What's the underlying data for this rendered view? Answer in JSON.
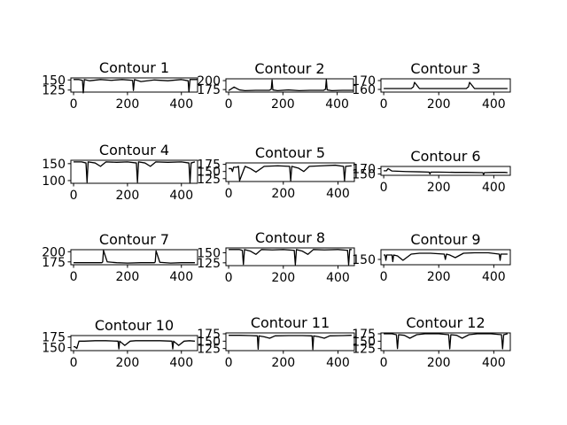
{
  "figure": {
    "background": "#ffffff",
    "line_color": "#000000"
  },
  "chart_data": [
    {
      "type": "line",
      "title": "Contour 1",
      "xlim": [
        -10,
        460
      ],
      "ylim": [
        155,
        120
      ],
      "xticks": [
        0,
        200,
        400
      ],
      "yticks": [
        125,
        150
      ],
      "series": [
        {
          "x": [
            0,
            20,
            33,
            36,
            40,
            60,
            100,
            140,
            180,
            219,
            222,
            226,
            250,
            300,
            350,
            400,
            425,
            428,
            432,
            460
          ],
          "y": [
            151,
            151,
            149,
            118,
            151,
            148,
            151,
            149,
            151,
            149,
            124,
            151,
            146,
            150,
            148,
            151,
            148,
            120,
            151,
            151
          ]
        }
      ]
    },
    {
      "type": "line",
      "title": "Contour 2",
      "xlim": [
        -10,
        460
      ],
      "ylim": [
        205,
        168
      ],
      "xticks": [
        0,
        200,
        400
      ],
      "yticks": [
        175,
        200
      ],
      "series": [
        {
          "x": [
            0,
            20,
            40,
            60,
            100,
            150,
            157,
            160,
            163,
            180,
            220,
            260,
            300,
            350,
            357,
            360,
            363,
            380,
            420,
            460
          ],
          "y": [
            172,
            182,
            174,
            172,
            173,
            173,
            176,
            202,
            174,
            172,
            174,
            172,
            173,
            173,
            176,
            203,
            174,
            172,
            173,
            173
          ]
        }
      ]
    },
    {
      "type": "line",
      "title": "Contour 3",
      "xlim": [
        -10,
        460
      ],
      "ylim": [
        172,
        157
      ],
      "xticks": [
        0,
        200,
        400
      ],
      "yticks": [
        160,
        170
      ],
      "series": [
        {
          "x": [
            0,
            60,
            100,
            108,
            112,
            130,
            180,
            240,
            300,
            308,
            312,
            330,
            380,
            450
          ],
          "y": [
            161,
            161,
            161,
            163,
            168,
            161,
            161,
            161,
            161,
            163,
            168,
            161,
            161,
            161
          ]
        }
      ]
    },
    {
      "type": "line",
      "title": "Contour 4",
      "xlim": [
        -10,
        460
      ],
      "ylim": [
        160,
        92
      ],
      "xticks": [
        0,
        200,
        400
      ],
      "yticks": [
        100,
        150
      ],
      "series": [
        {
          "x": [
            0,
            30,
            46,
            50,
            54,
            80,
            100,
            120,
            160,
            200,
            233,
            237,
            241,
            265,
            285,
            305,
            350,
            400,
            428,
            432,
            436,
            450
          ],
          "y": [
            155,
            155,
            152,
            95,
            155,
            152,
            142,
            155,
            154,
            155,
            152,
            95,
            155,
            152,
            142,
            155,
            154,
            155,
            152,
            92,
            152,
            155
          ]
        }
      ]
    },
    {
      "type": "line",
      "title": "Contour 5",
      "xlim": [
        -10,
        460
      ],
      "ylim": [
        180,
        115
      ],
      "xticks": [
        0,
        200,
        400
      ],
      "yticks": [
        125,
        150,
        175
      ],
      "series": [
        {
          "x": [
            0,
            10,
            14,
            18,
            30,
            36,
            40,
            60,
            80,
            100,
            130,
            180,
            223,
            227,
            231,
            255,
            275,
            295,
            340,
            390,
            420,
            424,
            428,
            450
          ],
          "y": [
            160,
            160,
            150,
            165,
            165,
            168,
            118,
            168,
            160,
            148,
            168,
            170,
            168,
            118,
            168,
            162,
            150,
            168,
            170,
            172,
            168,
            118,
            168,
            170
          ]
        }
      ]
    },
    {
      "type": "line",
      "title": "Contour 6",
      "xlim": [
        -10,
        460
      ],
      "ylim": [
        178,
        145
      ],
      "xticks": [
        0,
        200,
        400
      ],
      "yticks": [
        150,
        170
      ],
      "series": [
        {
          "x": [
            0,
            10,
            16,
            30,
            80,
            130,
            165,
            168,
            171,
            200,
            260,
            300,
            360,
            363,
            366,
            400,
            440,
            450
          ],
          "y": [
            162,
            162,
            170,
            161,
            159,
            158,
            157,
            150,
            157,
            157,
            156,
            156,
            155,
            148,
            155,
            156,
            156,
            155
          ]
        }
      ]
    },
    {
      "type": "line",
      "title": "Contour 7",
      "xlim": [
        -10,
        460
      ],
      "ylim": [
        205,
        168
      ],
      "xticks": [
        0,
        200,
        400
      ],
      "yticks": [
        175,
        200
      ],
      "series": [
        {
          "x": [
            0,
            40,
            80,
            105,
            108,
            111,
            125,
            160,
            200,
            250,
            300,
            303,
            306,
            320,
            360,
            400,
            450
          ],
          "y": [
            173,
            173,
            173,
            173,
            175,
            203,
            175,
            173,
            172,
            173,
            173,
            175,
            202,
            174,
            172,
            173,
            173
          ]
        }
      ]
    },
    {
      "type": "line",
      "title": "Contour 8",
      "xlim": [
        -10,
        460
      ],
      "ylim": [
        162,
        118
      ],
      "xticks": [
        0,
        200,
        400
      ],
      "yticks": [
        125,
        150
      ],
      "series": [
        {
          "x": [
            0,
            40,
            50,
            54,
            58,
            80,
            100,
            120,
            160,
            200,
            240,
            244,
            248,
            270,
            290,
            310,
            350,
            400,
            435,
            439,
            443,
            450
          ],
          "y": [
            158,
            158,
            156,
            121,
            158,
            154,
            146,
            158,
            157,
            158,
            156,
            120,
            158,
            154,
            146,
            158,
            157,
            158,
            156,
            120,
            158,
            158
          ]
        }
      ]
    },
    {
      "type": "line",
      "title": "Contour 9",
      "xlim": [
        -10,
        460
      ],
      "ylim": [
        172,
        138
      ],
      "xticks": [
        0,
        200,
        400
      ],
      "yticks": [
        150
      ],
      "series": [
        {
          "x": [
            0,
            5,
            8,
            11,
            20,
            30,
            33,
            36,
            50,
            70,
            100,
            130,
            170,
            220,
            224,
            228,
            240,
            260,
            290,
            330,
            380,
            420,
            423,
            426,
            440,
            450
          ],
          "y": [
            160,
            160,
            148,
            160,
            160,
            160,
            145,
            160,
            158,
            148,
            162,
            164,
            164,
            162,
            150,
            162,
            160,
            154,
            164,
            165,
            165,
            162,
            148,
            162,
            162,
            162
          ]
        }
      ]
    },
    {
      "type": "line",
      "title": "Contour 10",
      "xlim": [
        -10,
        460
      ],
      "ylim": [
        178,
        143
      ],
      "xticks": [
        0,
        200,
        400
      ],
      "yticks": [
        150,
        175
      ],
      "series": [
        {
          "x": [
            0,
            5,
            12,
            20,
            40,
            80,
            120,
            165,
            168,
            171,
            190,
            210,
            230,
            270,
            320,
            365,
            368,
            371,
            390,
            410,
            430,
            450
          ],
          "y": [
            152,
            152,
            148,
            165,
            165,
            166,
            166,
            165,
            147,
            165,
            155,
            165,
            166,
            166,
            166,
            165,
            147,
            165,
            155,
            165,
            166,
            165
          ]
        }
      ]
    },
    {
      "type": "line",
      "title": "Contour 11",
      "xlim": [
        -10,
        460
      ],
      "ylim": [
        178,
        118
      ],
      "xticks": [
        0,
        200,
        400
      ],
      "yticks": [
        125,
        150,
        175
      ],
      "series": [
        {
          "x": [
            0,
            40,
            80,
            105,
            108,
            111,
            130,
            150,
            170,
            220,
            270,
            305,
            308,
            311,
            330,
            350,
            370,
            420,
            450
          ],
          "y": [
            170,
            170,
            169,
            168,
            123,
            168,
            165,
            160,
            168,
            169,
            169,
            168,
            122,
            168,
            165,
            160,
            168,
            169,
            170
          ]
        }
      ]
    },
    {
      "type": "line",
      "title": "Contour 12",
      "xlim": [
        -10,
        460
      ],
      "ylim": [
        178,
        118
      ],
      "xticks": [
        0,
        200,
        400
      ],
      "yticks": [
        125,
        150,
        175
      ],
      "series": [
        {
          "x": [
            0,
            30,
            46,
            50,
            54,
            75,
            95,
            120,
            150,
            200,
            236,
            240,
            244,
            265,
            285,
            310,
            340,
            390,
            428,
            432,
            436,
            450
          ],
          "y": [
            175,
            175,
            172,
            125,
            172,
            170,
            160,
            172,
            175,
            175,
            172,
            124,
            172,
            170,
            160,
            172,
            175,
            175,
            172,
            124,
            172,
            175
          ]
        }
      ]
    }
  ]
}
